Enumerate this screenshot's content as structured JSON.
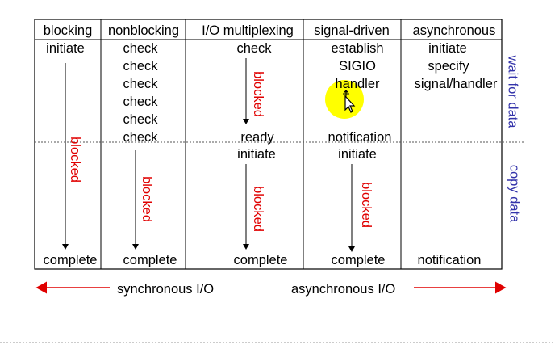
{
  "columns": [
    {
      "header": "blocking"
    },
    {
      "header": "nonblocking"
    },
    {
      "header": "I/O multiplexing"
    },
    {
      "header": "signal-driven"
    },
    {
      "header": "asynchronous"
    }
  ],
  "cells": {
    "blocking": {
      "top": "initiate",
      "blocked": "blocked",
      "bottom": "complete"
    },
    "nonblocking": {
      "checks": [
        "check",
        "check",
        "check",
        "check",
        "check",
        "check"
      ],
      "blocked": "blocked",
      "bottom": "complete"
    },
    "multiplexing": {
      "top": "check",
      "blocked1": "blocked",
      "ready": "ready",
      "initiate": "initiate",
      "blocked2": "blocked",
      "bottom": "complete"
    },
    "signal": {
      "lines": [
        "establish",
        "SIGIO",
        "handler"
      ],
      "notification": "notification",
      "initiate": "initiate",
      "blocked": "blocked",
      "bottom": "complete"
    },
    "async": {
      "lines": [
        "initiate",
        "specify",
        "signal/handler"
      ],
      "bottom": "notification"
    }
  },
  "side_labels": {
    "wait": "wait for data",
    "copy": "copy data"
  },
  "bottom_labels": {
    "sync": "synchronous I/O",
    "async": "asynchronous I/O"
  },
  "colors": {
    "blocked": "#e00000",
    "side": "#3333aa",
    "arrow_red": "#e00000",
    "highlight": "#ffff00"
  }
}
